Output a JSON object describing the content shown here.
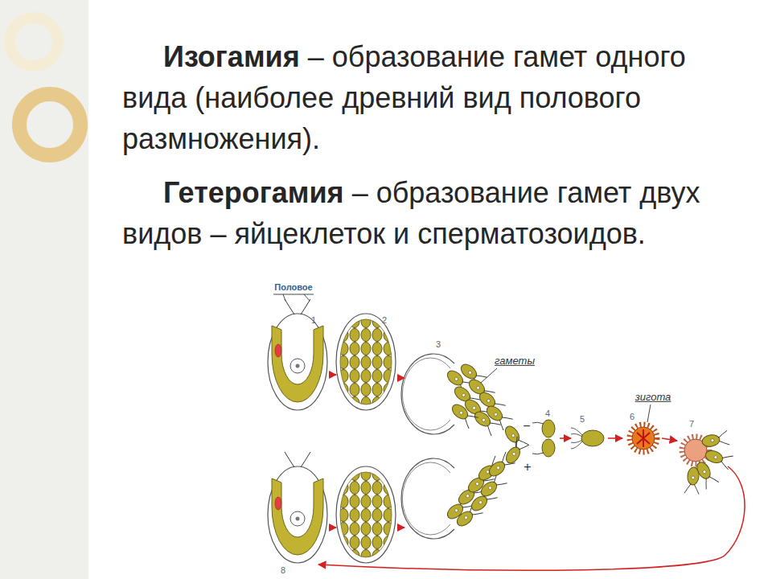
{
  "diagram": {
    "labels": [
      "Изогамия",
      "– образование гамет одного вида (наиболее древний вид полового размножения).",
      "Гетерогамия",
      "– образование гамет двух видов – яйцеклеток и сперматозоидов.",
      "Половое",
      "1",
      "2",
      "3",
      "гаметы",
      "−",
      "+",
      "4",
      "5",
      "6",
      "зигота",
      "7",
      "8"
    ]
  }
}
